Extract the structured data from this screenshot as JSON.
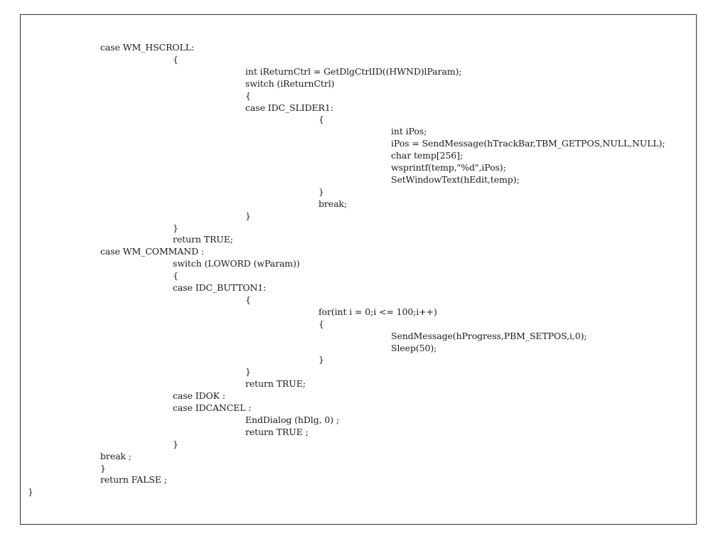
{
  "code_block": {
    "lines": [
      {
        "indent": 1,
        "text": "case WM_HSCROLL:"
      },
      {
        "indent": 2,
        "text": "{"
      },
      {
        "indent": 3,
        "text": "int iReturnCtrl = GetDlgCtrlID((HWND)lParam);"
      },
      {
        "indent": 3,
        "text": "switch (iReturnCtrl)"
      },
      {
        "indent": 3,
        "text": "{"
      },
      {
        "indent": 3,
        "text": "case IDC_SLIDER1:"
      },
      {
        "indent": 4,
        "text": "{"
      },
      {
        "indent": 5,
        "text": "int iPos;"
      },
      {
        "indent": 5,
        "text": "iPos = SendMessage(hTrackBar,TBM_GETPOS,NULL,NULL);"
      },
      {
        "indent": 5,
        "text": "char temp[256];"
      },
      {
        "indent": 5,
        "text": "wsprintf(temp,\"%d\",iPos);"
      },
      {
        "indent": 5,
        "text": "SetWindowText(hEdit,temp);"
      },
      {
        "indent": 4,
        "text": "}"
      },
      {
        "indent": 4,
        "text": "break;"
      },
      {
        "indent": 3,
        "text": "}"
      },
      {
        "indent": 2,
        "text": "}"
      },
      {
        "indent": 2,
        "text": "return TRUE;"
      },
      {
        "indent": 1,
        "text": "case WM_COMMAND :"
      },
      {
        "indent": 2,
        "text": "switch (LOWORD (wParam))"
      },
      {
        "indent": 2,
        "text": "{"
      },
      {
        "indent": 2,
        "text": "case IDC_BUTTON1:"
      },
      {
        "indent": 3,
        "text": "{"
      },
      {
        "indent": 4,
        "text": "for(int i = 0;i <= 100;i++)"
      },
      {
        "indent": 4,
        "text": "{"
      },
      {
        "indent": 5,
        "text": "SendMessage(hProgress,PBM_SETPOS,i,0);"
      },
      {
        "indent": 5,
        "text": "Sleep(50);"
      },
      {
        "indent": 4,
        "text": "}"
      },
      {
        "indent": 3,
        "text": "}"
      },
      {
        "indent": 3,
        "text": "return TRUE;"
      },
      {
        "indent": 2,
        "text": "case IDOK :"
      },
      {
        "indent": 2,
        "text": "case IDCANCEL :"
      },
      {
        "indent": 3,
        "text": "EndDialog (hDlg, 0) ;"
      },
      {
        "indent": 3,
        "text": "return TRUE ;"
      },
      {
        "indent": 2,
        "text": "}"
      },
      {
        "indent": 1,
        "text": "break ;"
      },
      {
        "indent": 1,
        "text": "}"
      },
      {
        "indent": 1,
        "text": "return FALSE ;"
      },
      {
        "indent": 0,
        "text": "}"
      }
    ]
  }
}
